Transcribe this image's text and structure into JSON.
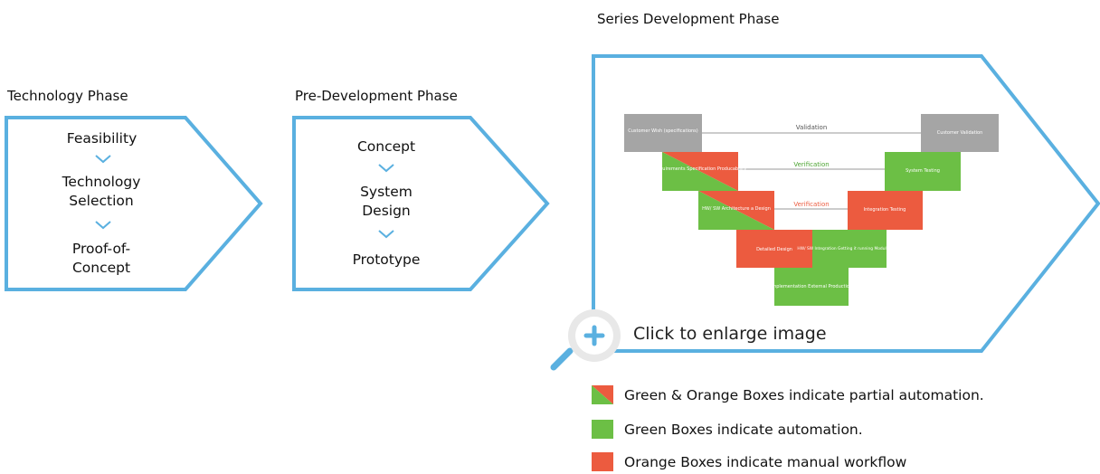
{
  "phases": [
    {
      "title": "Technology Phase",
      "steps": [
        "Feasibility",
        "Technology Selection",
        "Proof-of-Concept"
      ]
    },
    {
      "title": "Pre-Development Phase",
      "steps": [
        "Concept",
        "System Design",
        "Prototype"
      ]
    },
    {
      "title": "Series Development Phase"
    }
  ],
  "vmodel": {
    "customer_wish": "Customer Wish (specifications)",
    "customer_validation": "Customer Validation",
    "validation": "Validation",
    "requirements": "Requirements Specification Producability",
    "system_testing": "System Testing",
    "verification_1": "Verification",
    "hw_sw_arch": "HW/ SW Architecture a Design",
    "integration_testing": "Integration Testing",
    "verification_2": "Verification",
    "detailed_design": "Detailed Design",
    "hw_sw_integration": "HW/ SW Integration Getting it running Modul Testing",
    "implementation": "Implementation External Production"
  },
  "enlarge_label": "Click to enlarge image",
  "legend": [
    {
      "text": "Green & Orange Boxes indicate partial automation.",
      "kind": "partial"
    },
    {
      "text": "Green Boxes indicate automation.",
      "kind": "green"
    },
    {
      "text": "Orange Boxes indicate manual workflow",
      "kind": "orange"
    }
  ],
  "colors": {
    "accent_blue": "#5ab0e0",
    "automation_green": "#6cbf45",
    "manual_orange": "#ec5b3f",
    "neutral_gray": "#a5a5a5"
  }
}
